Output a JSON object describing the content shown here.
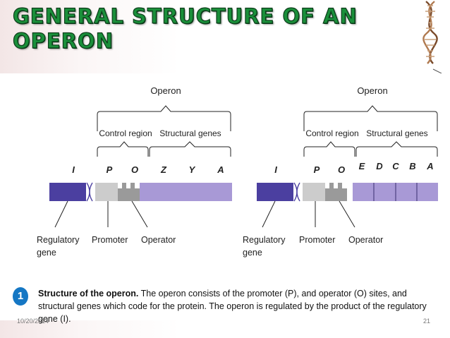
{
  "slide": {
    "title_line1": "GENERAL STRUCTURE OF AN",
    "title_line2": "OPERON",
    "footer_date": "10/20/2014",
    "page_number": "21"
  },
  "caption": {
    "step_number": "1",
    "bold_text": "Structure of the operon.",
    "body_text": " The operon consists of the promoter (P), and operator (O) sites, and structural genes which code for the protein. The operon is regulated by the product of the regulatory gene (I)."
  },
  "diagrams": [
    {
      "operon_label": "Operon",
      "control_region_label": "Control region",
      "structural_genes_label": "Structural genes",
      "gene_letters": [
        "I",
        "P",
        "O",
        "Z",
        "Y",
        "A"
      ],
      "bottom_labels": [
        "Regulatory",
        "gene",
        "Promoter",
        "Operator"
      ]
    },
    {
      "operon_label": "Operon",
      "control_region_label": "Control region",
      "structural_genes_label": "Structural genes",
      "gene_letters": [
        "I",
        "P",
        "O",
        "E",
        "D",
        "C",
        "B",
        "A"
      ],
      "bottom_labels": [
        "Regulatory",
        "gene",
        "Promoter",
        "Operator"
      ]
    }
  ],
  "colors": {
    "regulatory_gene": "#4b3fa0",
    "promoter": "#cccccc",
    "operator": "#9a9a9a",
    "structural_genes": "#a899d6",
    "title_green": "#1a8f3a",
    "step_circle": "#1577c4"
  }
}
